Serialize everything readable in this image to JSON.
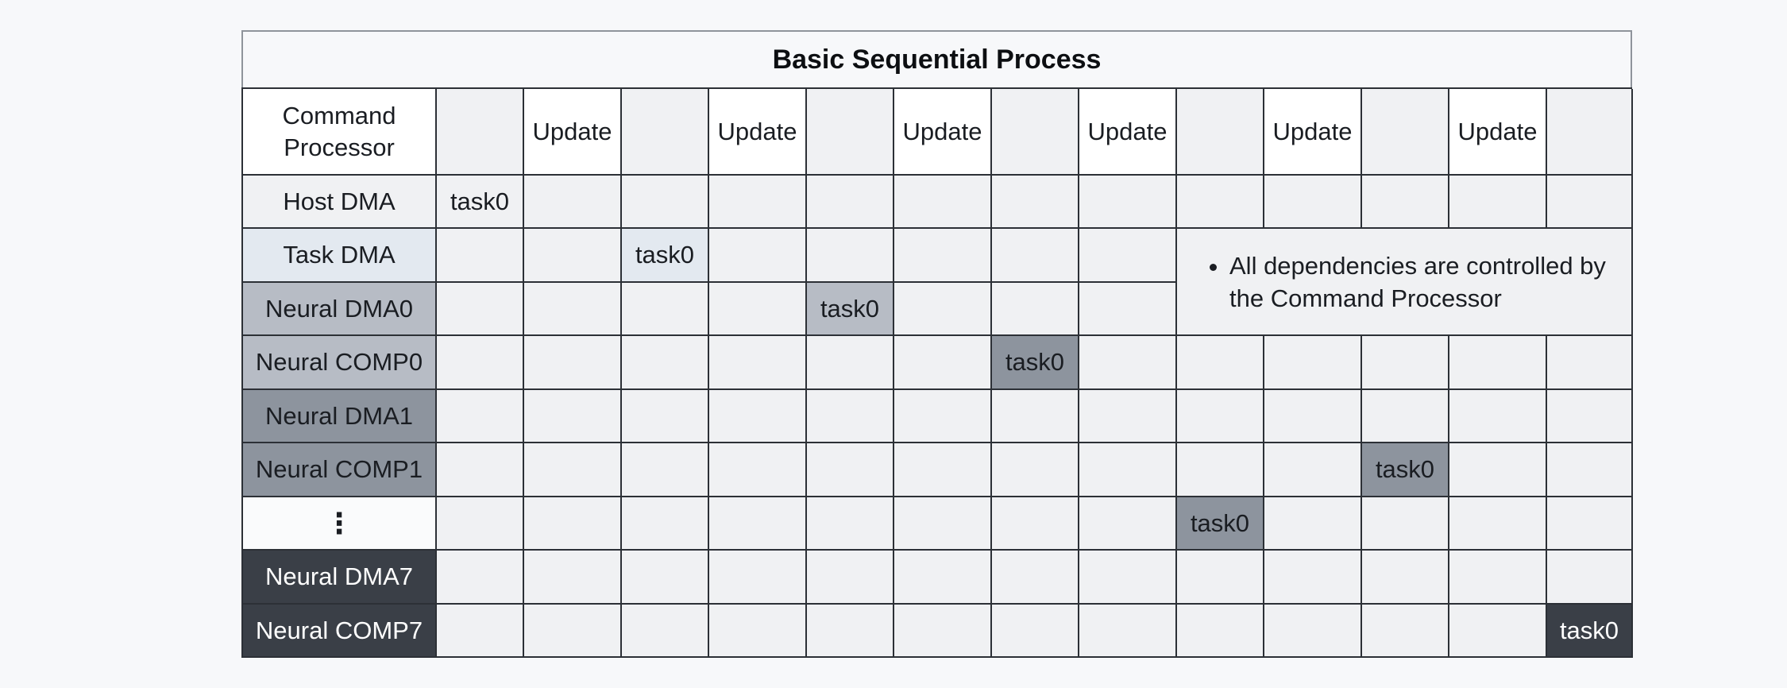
{
  "title": "Basic Sequential Process",
  "rows": [
    {
      "label": "Command\nProcessor",
      "bg": "#ffffff",
      "fg": "#1a1d22"
    },
    {
      "label": "Host DMA",
      "bg": "#f0f1f3",
      "fg": "#1a1d22"
    },
    {
      "label": "Task DMA",
      "bg": "#e3e9f0",
      "fg": "#1a1d22"
    },
    {
      "label": "Neural DMA0",
      "bg": "#b7bcc5",
      "fg": "#1a1d22"
    },
    {
      "label": "Neural COMP0",
      "bg": "#b7bcc5",
      "fg": "#1a1d22"
    },
    {
      "label": "Neural DMA1",
      "bg": "#8d949e",
      "fg": "#1a1d22"
    },
    {
      "label": "Neural COMP1",
      "bg": "#8d949e",
      "fg": "#1a1d22"
    },
    {
      "label": "⋮",
      "bg": "#fafbfc",
      "fg": "#1a1d22"
    },
    {
      "label": "Neural DMA7",
      "bg": "#3a3f47",
      "fg": "#ffffff"
    },
    {
      "label": "Neural COMP7",
      "bg": "#3a3f47",
      "fg": "#ffffff"
    }
  ],
  "update_label": "Update",
  "update_columns": [
    1,
    3,
    5,
    7,
    9,
    11
  ],
  "tasks": [
    {
      "row": 1,
      "col": 0,
      "label": "task0",
      "bg": "#f0f1f3",
      "fg": "#1a1d22"
    },
    {
      "row": 2,
      "col": 2,
      "label": "task0",
      "bg": "#e3e9f0",
      "fg": "#1a1d22"
    },
    {
      "row": 3,
      "col": 4,
      "label": "task0",
      "bg": "#b7bcc5",
      "fg": "#1a1d22"
    },
    {
      "row": 4,
      "col": 6,
      "label": "task0",
      "bg": "#8d949e",
      "fg": "#1a1d22"
    },
    {
      "row": 6,
      "col": 10,
      "label": "task0",
      "bg": "#8d949e",
      "fg": "#1a1d22"
    },
    {
      "row": 7,
      "col": 8,
      "label": "task0",
      "bg": "#8d949e",
      "fg": "#1a1d22"
    },
    {
      "row": 9,
      "col": 12,
      "label": "task0",
      "bg": "#3a3f47",
      "fg": "#ffffff"
    }
  ],
  "note": {
    "items": [
      "All dependencies are controlled by the Command Processor"
    ]
  }
}
